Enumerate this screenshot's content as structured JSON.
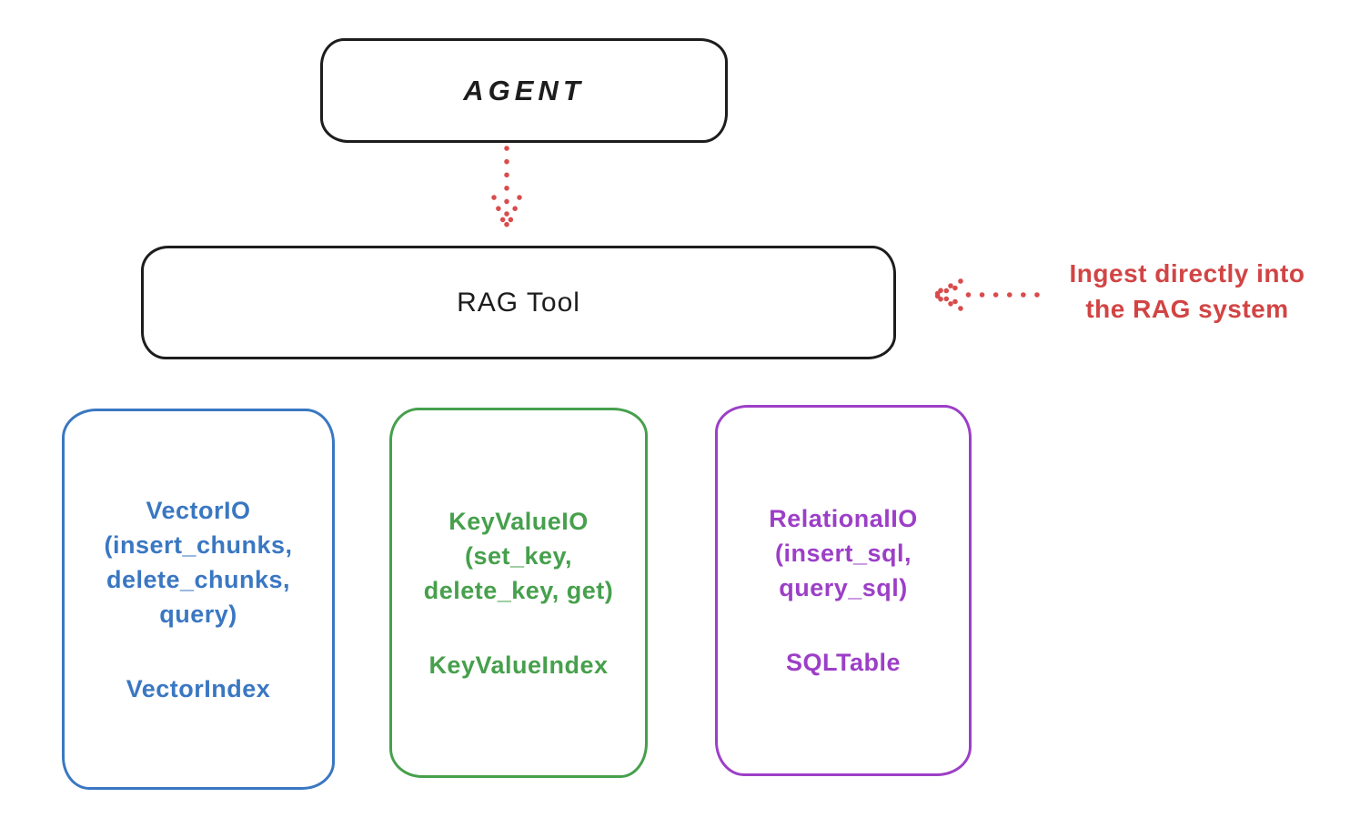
{
  "diagram": {
    "agent": {
      "label": "AGENT"
    },
    "rag_tool": {
      "label": "RAG Tool"
    },
    "annotation": {
      "line1": "Ingest directly into",
      "line2": "the RAG system"
    },
    "arrows": [
      {
        "name": "agent-to-rag-tool",
        "style": "dotted",
        "direction": "down",
        "color": "#d94c4c"
      },
      {
        "name": "annotation-to-rag-tool",
        "style": "dotted",
        "direction": "left",
        "color": "#d94c4c"
      }
    ],
    "backends": [
      {
        "name": "vector-io",
        "lines": [
          "VectorIO",
          "(insert_chunks,",
          "delete_chunks,",
          "query)"
        ],
        "index": "VectorIndex",
        "color": "#3a77c2"
      },
      {
        "name": "keyvalue-io",
        "lines": [
          "KeyValueIO",
          "(set_key,",
          "delete_key, get)"
        ],
        "index": "KeyValueIndex",
        "color": "#46a04c"
      },
      {
        "name": "relational-io",
        "lines": [
          "RelationalIO",
          "(insert_sql,",
          "query_sql)"
        ],
        "index": "SQLTable",
        "color": "#9c3fc7"
      }
    ],
    "colors": {
      "ink": "#1d1d1d",
      "accent_red": "#d24444",
      "vector_blue": "#3a77c2",
      "keyvalue_green": "#46a04c",
      "relational_purple": "#9c3fc7",
      "background": "#ffffff"
    }
  }
}
